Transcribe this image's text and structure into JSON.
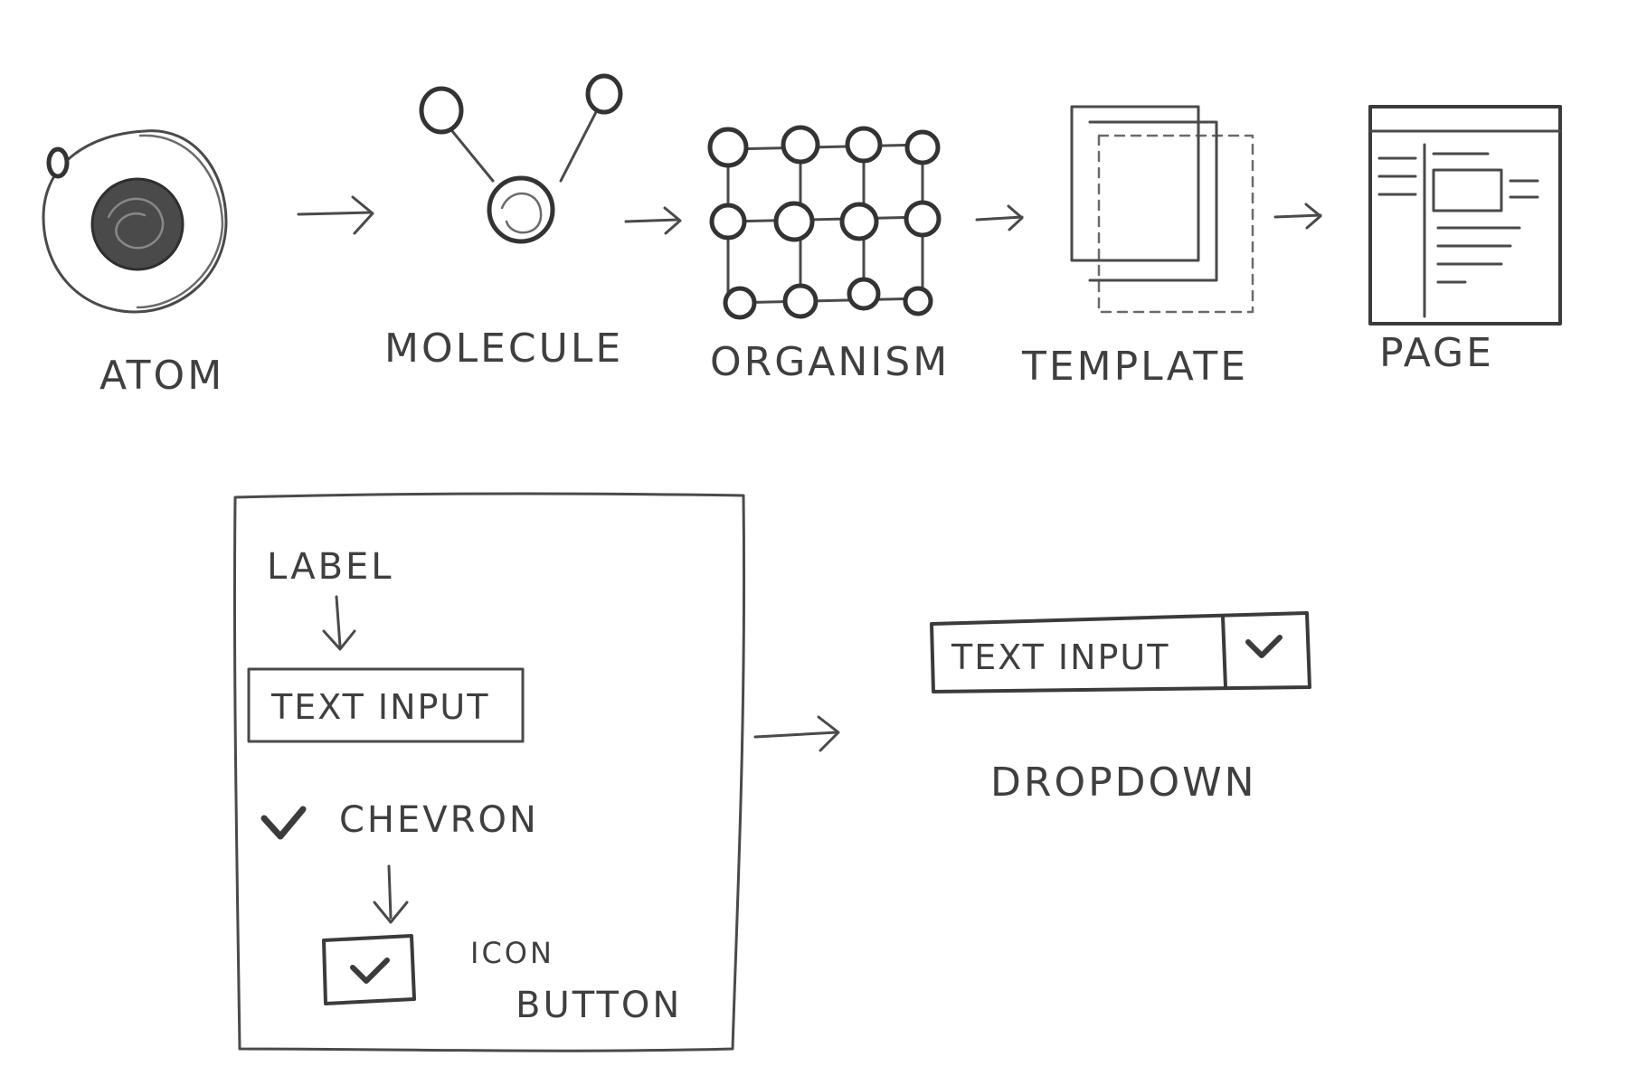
{
  "stages": [
    {
      "label": "ATOM"
    },
    {
      "label": "MOLECULE"
    },
    {
      "label": "ORGANISM"
    },
    {
      "label": "TEMPLATE"
    },
    {
      "label": "PAGE"
    }
  ],
  "atoms_panel": {
    "label_text": "LABEL",
    "text_input_text": "TEXT INPUT",
    "chevron_text": "CHEVRON",
    "icon_button_line1": "ICON",
    "icon_button_line2": "BUTTON"
  },
  "dropdown": {
    "text_input_text": "TEXT INPUT",
    "label": "DROPDOWN"
  },
  "icons": {
    "chevron": "chevron-down-icon",
    "arrow": "arrow-right-icon"
  }
}
